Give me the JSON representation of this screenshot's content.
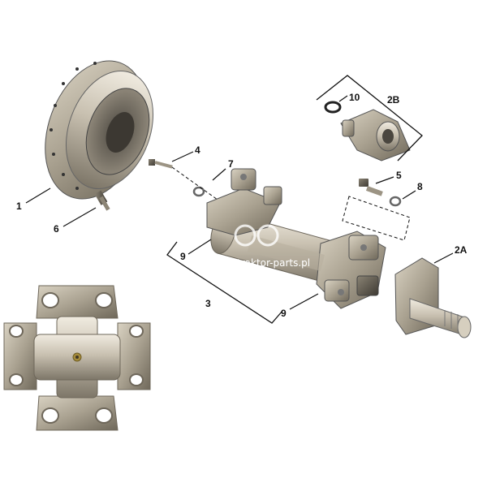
{
  "diagram": {
    "callouts": [
      {
        "id": "c1",
        "text": "1"
      },
      {
        "id": "c2A",
        "text": "2A"
      },
      {
        "id": "c2B",
        "text": "2B"
      },
      {
        "id": "c3",
        "text": "3"
      },
      {
        "id": "c4",
        "text": "4"
      },
      {
        "id": "c5",
        "text": "5"
      },
      {
        "id": "c6",
        "text": "6"
      },
      {
        "id": "c7",
        "text": "7"
      },
      {
        "id": "c8",
        "text": "8"
      },
      {
        "id": "c9a",
        "text": "9"
      },
      {
        "id": "c9b",
        "text": "9"
      },
      {
        "id": "c10",
        "text": "10"
      }
    ],
    "watermark": "traktor-parts.pl"
  }
}
